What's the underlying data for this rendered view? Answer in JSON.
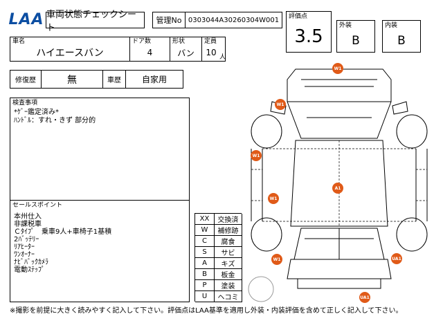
{
  "header": {
    "logo": "LAA",
    "sheet_title": "車両状態チェックシート",
    "control_label": "管理No",
    "control_no": "0303044A30260304W001"
  },
  "rating": {
    "score_label": "評価点",
    "score": "3.5",
    "exterior_label": "外装",
    "exterior": "B",
    "interior_label": "内装",
    "interior": "B"
  },
  "vehicle": {
    "name_label": "車名",
    "name": "ハイエースバン",
    "doors_label": "ドア数",
    "doors": "4",
    "shape_label": "形状",
    "shape": "バン",
    "capacity_label": "定員",
    "capacity": "10",
    "capacity_unit": "人"
  },
  "history": {
    "repair_label": "修復歴",
    "repair": "無",
    "usage_label": "車歴",
    "usage": "自家用"
  },
  "inspection": {
    "label": "検査事項",
    "lines": [
      "*ｹﾞｰ鑑定済み*",
      "ﾊﾝﾄﾞﾙ：すれ・きず 部分的"
    ]
  },
  "sales": {
    "label": "セールスポイント",
    "lines": [
      "本州仕入",
      "非課税車",
      "Ｃﾀｲﾌﾟ　乗車9人+車椅子1基積",
      "2ﾊﾞｯﾃﾘｰ",
      "ﾘｱﾋｰﾀｰ",
      "ﾜﾝｵｰﾅｰ",
      "ﾅﾋﾞﾊﾞｯｸｶﾒﾗ",
      "電動ｽﾃｯﾌﾟ"
    ]
  },
  "legend": [
    {
      "code": "XX",
      "meaning": "交換済"
    },
    {
      "code": "W",
      "meaning": "補修跡"
    },
    {
      "code": "C",
      "meaning": "腐食"
    },
    {
      "code": "S",
      "meaning": "サビ"
    },
    {
      "code": "A",
      "meaning": "キズ"
    },
    {
      "code": "B",
      "meaning": "板金"
    },
    {
      "code": "P",
      "meaning": "塗装"
    },
    {
      "code": "U",
      "meaning": "ヘコミ"
    }
  ],
  "damage_marks": [
    "W1",
    "W1",
    "W1",
    "A1",
    "W1",
    "W1",
    "UA1",
    "UA1"
  ],
  "colors": {
    "logo": "#0c4ea2",
    "mark": "#e05a18"
  },
  "footer": "※撮影を前提に大きく読みやすく記入して下さい。評価点はLAA基準を適用し外装・内装評価を含めて正しく記入して下さい。"
}
